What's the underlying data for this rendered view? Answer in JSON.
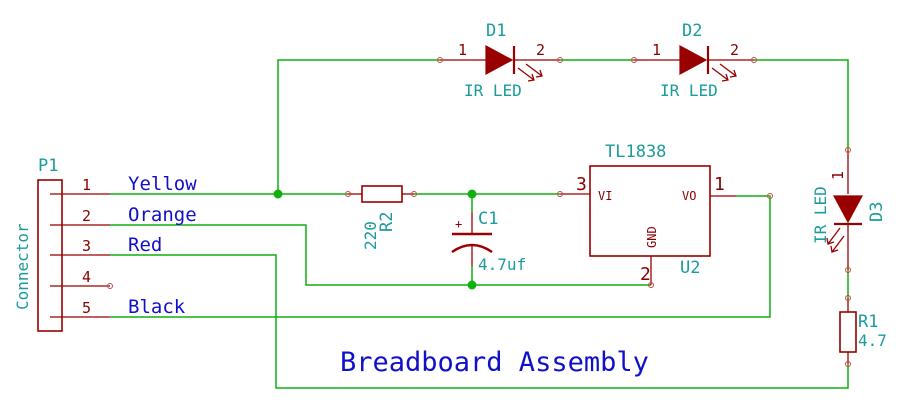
{
  "connector": {
    "ref": "P1",
    "value": "Connector",
    "pins": [
      "1",
      "2",
      "3",
      "4",
      "5"
    ]
  },
  "nets": [
    "Yellow",
    "Orange",
    "Red",
    "Black"
  ],
  "title": "Breadboard Assembly",
  "d1": {
    "ref": "D1",
    "value": "IR LED",
    "pin1": "1",
    "pin2": "2"
  },
  "d2": {
    "ref": "D2",
    "value": "IR LED",
    "pin1": "1",
    "pin2": "2"
  },
  "d3": {
    "ref": "D3",
    "value": "IR LED",
    "pin1": "1"
  },
  "r2": {
    "ref": "R2",
    "value": "220"
  },
  "c1": {
    "ref": "C1",
    "value": "4.7uf",
    "polarity": "+"
  },
  "u2": {
    "ref": "U2",
    "value": "TL1838",
    "pins": {
      "vi_num": "3",
      "vi_name": "VI",
      "vo_num": "1",
      "vo_name": "VO",
      "gnd_num": "2",
      "gnd_name": "GND"
    }
  },
  "r1": {
    "ref": "R1",
    "value": "4.7"
  }
}
